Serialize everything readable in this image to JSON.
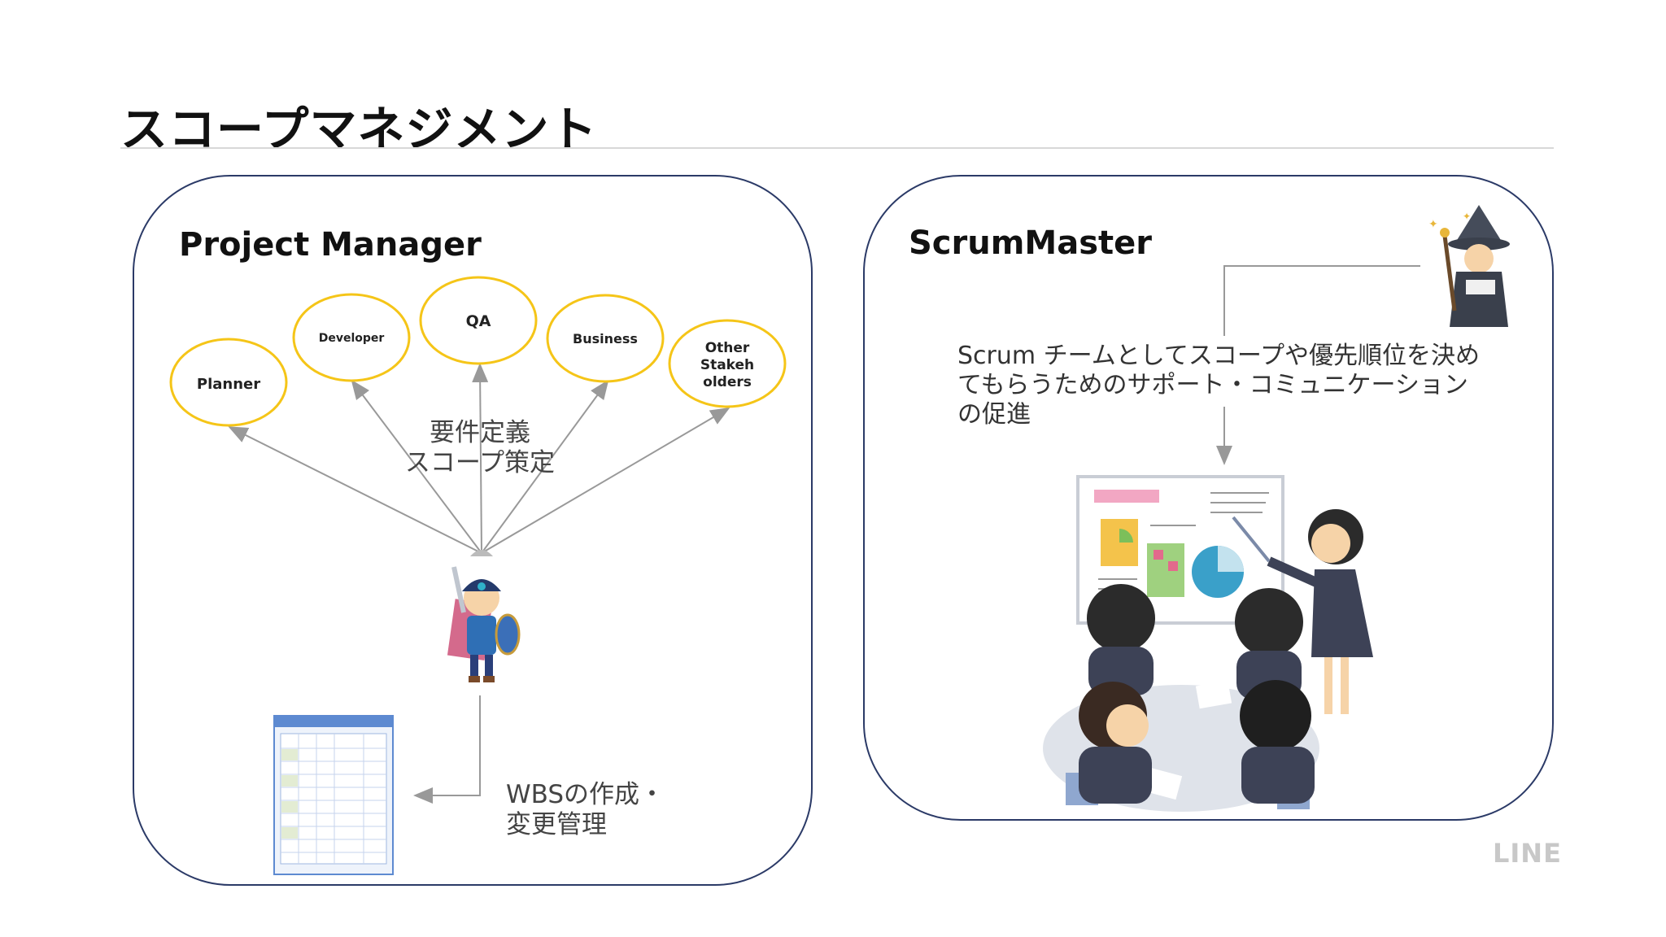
{
  "slide": {
    "title": "スコープマネジメント",
    "logo": "LINE"
  },
  "pm_panel": {
    "heading": "Project Manager",
    "stakeholders": [
      {
        "label": "Planner"
      },
      {
        "label": "Developer"
      },
      {
        "label": "QA"
      },
      {
        "label": "Business"
      },
      {
        "label_lines": [
          "Other",
          "Stakeh",
          "olders"
        ]
      }
    ],
    "center_text_lines": [
      "要件定義",
      "スコープ策定"
    ],
    "wbs_text_lines": [
      "WBSの作成・",
      "変更管理"
    ]
  },
  "sm_panel": {
    "heading": "ScrumMaster",
    "description_lines": [
      "Scrum チームとしてスコープや優先順位を決め",
      "てもらうためのサポート・コミュニケーション",
      "の促進"
    ]
  },
  "colors": {
    "panel_border": "#2b3a67",
    "stakeholder_border": "#f5c518",
    "arrow": "#999999",
    "logo": "#c8c8c8"
  },
  "icons": {
    "hero": "hero-knight-icon",
    "wizard": "wizard-icon",
    "spreadsheet": "wbs-spreadsheet-icon",
    "meeting": "meeting-presentation-icon"
  }
}
